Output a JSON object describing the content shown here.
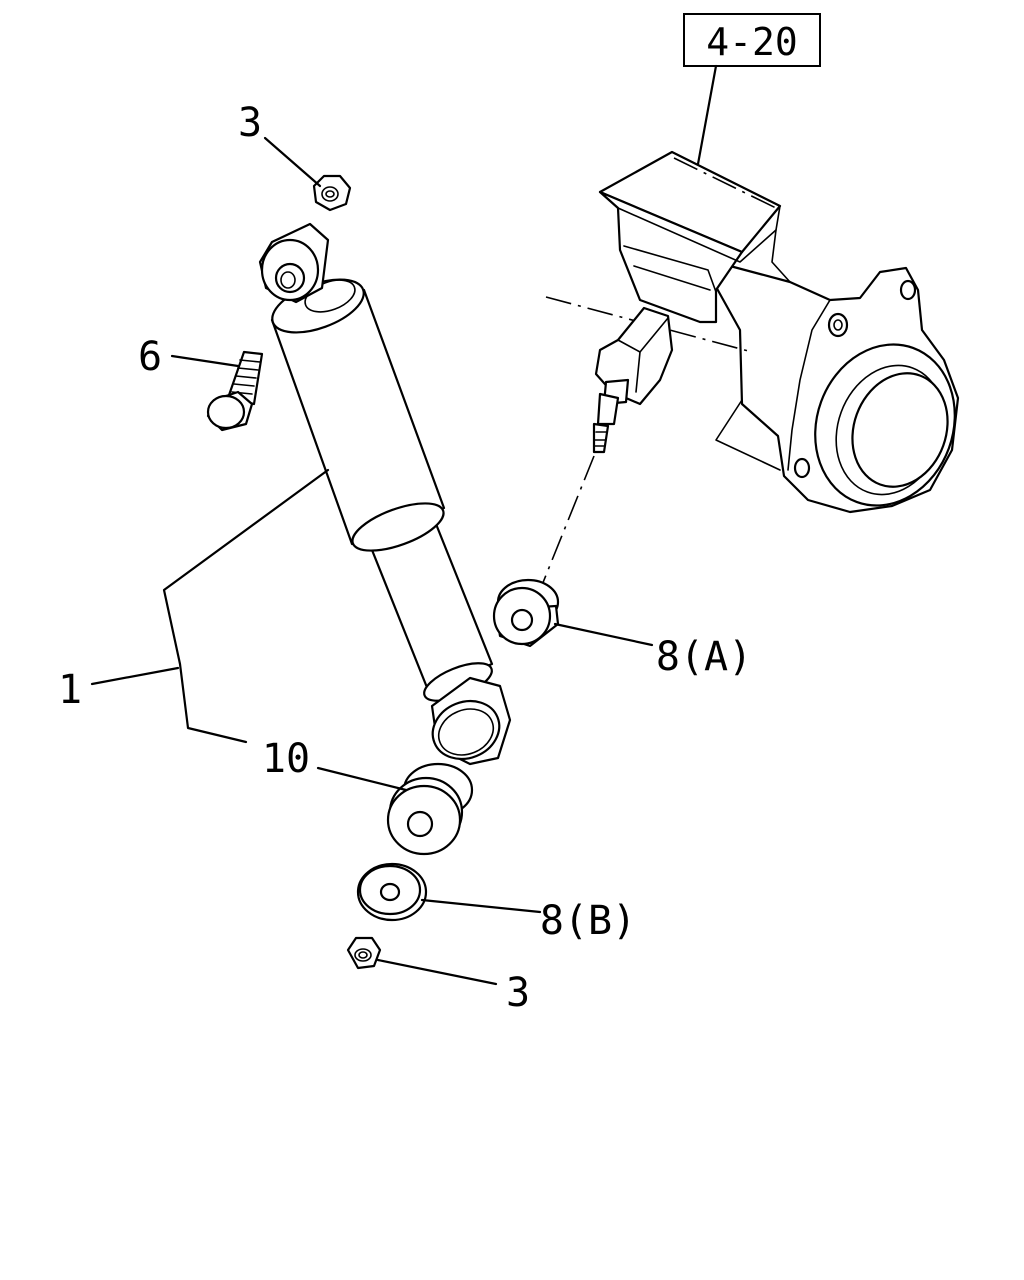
{
  "reference_box": {
    "text": "4-20"
  },
  "callouts": [
    {
      "id": "nut-top",
      "text": "3"
    },
    {
      "id": "bolt",
      "text": "6"
    },
    {
      "id": "shock-absorber",
      "text": "1"
    },
    {
      "id": "bushing",
      "text": "10"
    },
    {
      "id": "washer-a",
      "text": "8(A)"
    },
    {
      "id": "washer-b",
      "text": "8(B)"
    },
    {
      "id": "nut-bottom",
      "text": "3"
    }
  ]
}
